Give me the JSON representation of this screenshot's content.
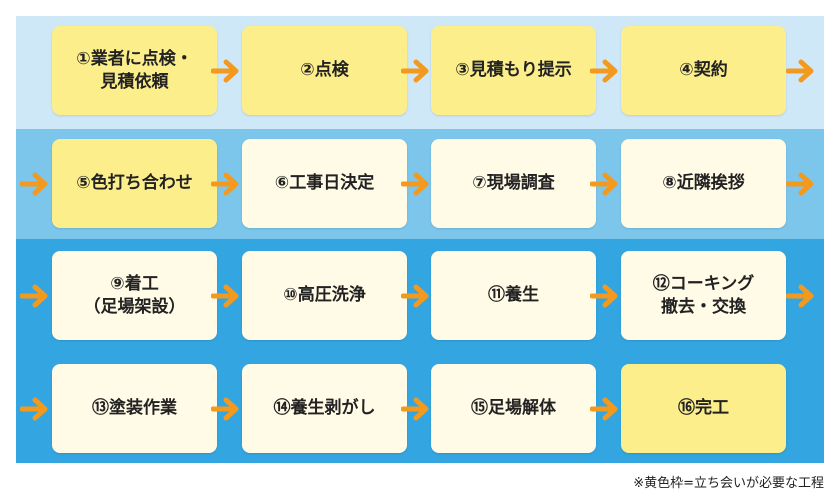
{
  "steps": [
    {
      "line1": "①業者に点検・",
      "line2": "見積依頼",
      "required": true
    },
    {
      "line1": "②点検",
      "line2": "",
      "required": true
    },
    {
      "line1": "③見積もり提示",
      "line2": "",
      "required": true
    },
    {
      "line1": "④契約",
      "line2": "",
      "required": true
    },
    {
      "line1": "⑤色打ち合わせ",
      "line2": "",
      "required": true
    },
    {
      "line1": "⑥工事日決定",
      "line2": "",
      "required": false
    },
    {
      "line1": "⑦現場調査",
      "line2": "",
      "required": false
    },
    {
      "line1": "⑧近隣挨拶",
      "line2": "",
      "required": false
    },
    {
      "line1": "⑨着工",
      "line2": "（足場架設）",
      "required": false
    },
    {
      "line1": "⑩高圧洗浄",
      "line2": "",
      "required": false
    },
    {
      "line1": "⑪養生",
      "line2": "",
      "required": false
    },
    {
      "line1": "⑫コーキング",
      "line2": "撤去・交換",
      "required": false
    },
    {
      "line1": "⑬塗装作業",
      "line2": "",
      "required": false
    },
    {
      "line1": "⑭養生剥がし",
      "line2": "",
      "required": false
    },
    {
      "line1": "⑮足場解体",
      "line2": "",
      "required": false
    },
    {
      "line1": "⑯完工",
      "line2": "",
      "required": true
    }
  ],
  "note": "※黄色枠=立ち会いが必要な工程",
  "colors": {
    "band_light": "#cfe8f8",
    "band_mid": "#7cc6ec",
    "band_dark": "#33a6e1",
    "box_required": "#fcee8b",
    "box_normal": "#fffbe6",
    "arrow": "#f39a1e"
  }
}
